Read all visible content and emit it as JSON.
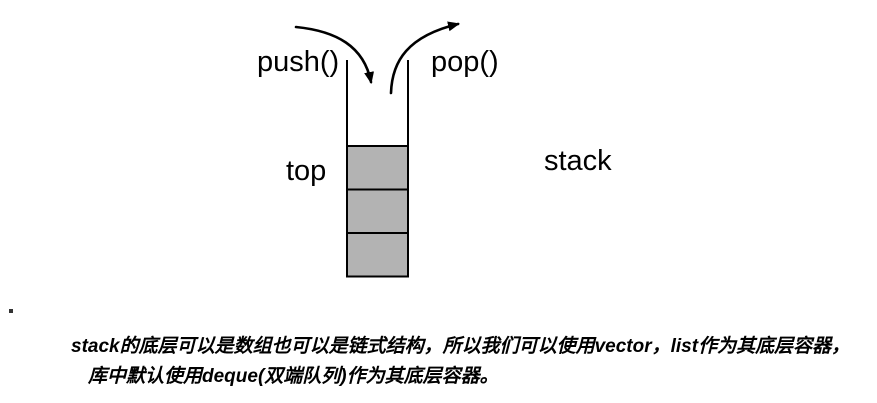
{
  "diagram": {
    "push_label": "push()",
    "pop_label": "pop()",
    "top_label": "top",
    "stack_label": "stack",
    "cells_count": 3,
    "cell_fill_color": "#b3b3b3",
    "line_color": "#000000"
  },
  "caption": {
    "line1": "stack的底层可以是数组也可以是链式结构，所以我们可以使用vector，list作为其底层容器，",
    "line2": "库中默认使用deque(双端队列)作为其底层容器。"
  }
}
